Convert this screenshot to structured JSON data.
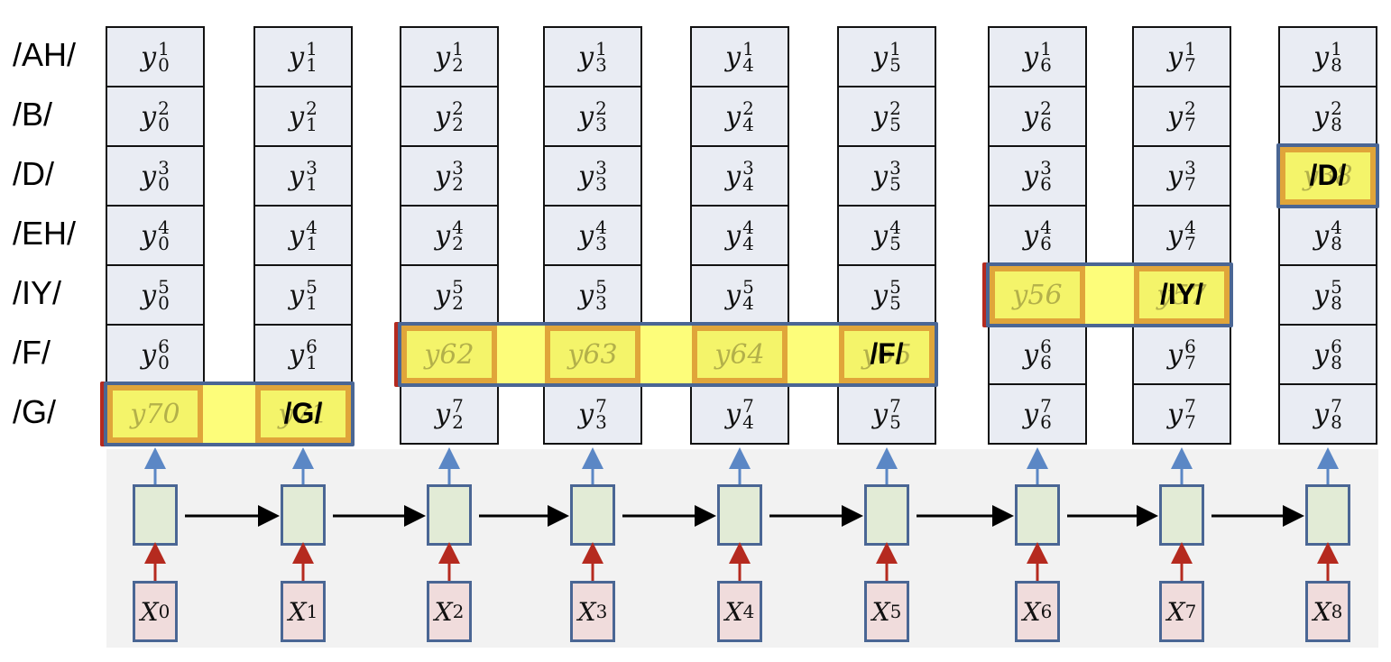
{
  "row_labels": [
    "/AH/",
    "/B/",
    "/D/",
    "/EH/",
    "/IY/",
    "/F/",
    "/G/"
  ],
  "output_symbol": "y",
  "input_symbol": "X",
  "num_timesteps": 9,
  "num_classes": 7,
  "alignment_path": [
    {
      "phoneme": "/G/",
      "class_index": 7,
      "from_t": 0,
      "to_t": 1,
      "label_at_t": 1
    },
    {
      "phoneme": "/F/",
      "class_index": 6,
      "from_t": 2,
      "to_t": 5,
      "label_at_t": 5
    },
    {
      "phoneme": "/IY/",
      "class_index": 5,
      "from_t": 6,
      "to_t": 7,
      "label_at_t": 7
    },
    {
      "phoneme": "/D/",
      "class_index": 3,
      "from_t": 8,
      "to_t": 8,
      "label_at_t": 8
    }
  ],
  "colors": {
    "output_cell_bg": "#e9ecf3",
    "highlight_band": "#fdfd7a",
    "highlight_cell": "#f4f46a",
    "highlight_border": "#e0a53a",
    "band_border": "#4a6694",
    "band_edge_red": "#b52a1f",
    "rnn_cell": "#e2ebd6",
    "input_cell": "#f0dcdc",
    "rnn_background": "#f2f2f2",
    "output_arrow": "#5b87c5",
    "input_arrow": "#b52a1f",
    "recurrent_arrow": "#000000"
  }
}
